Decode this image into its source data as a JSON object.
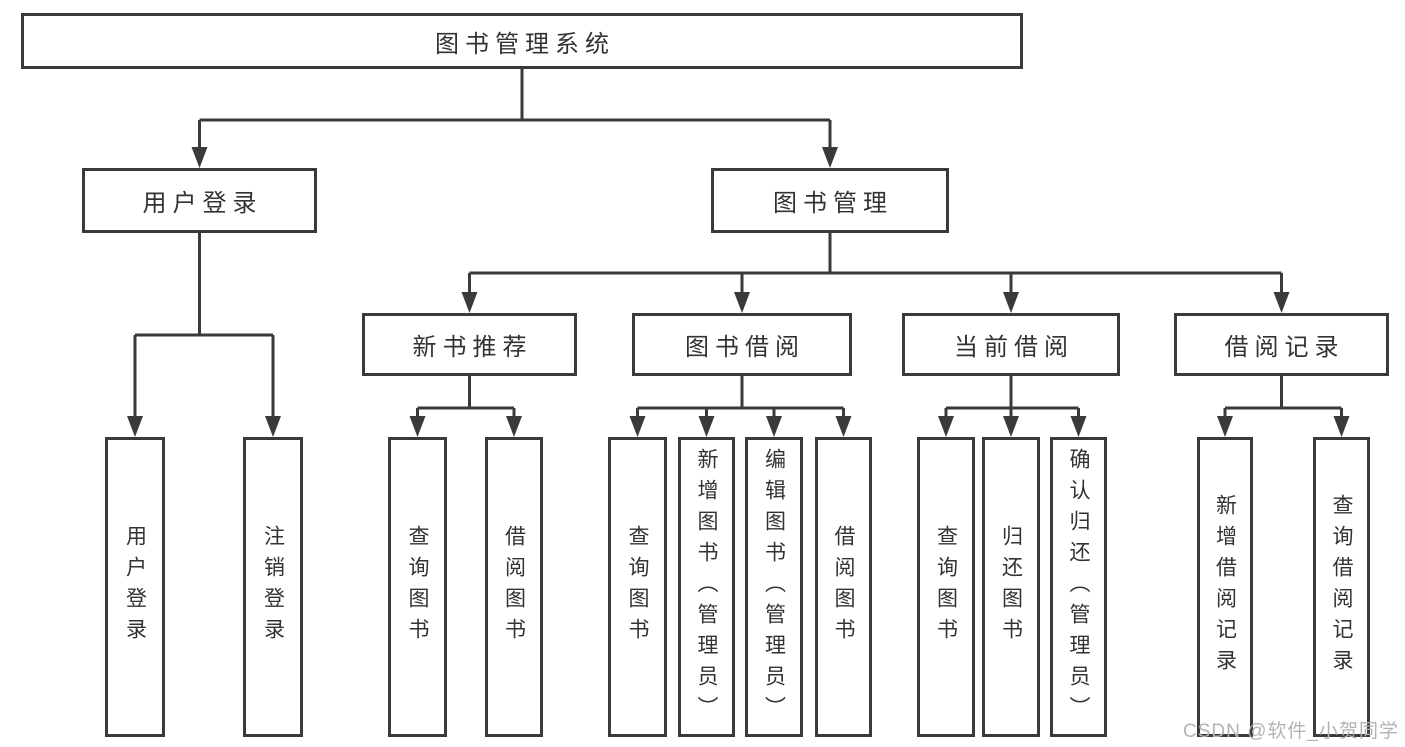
{
  "diagram": {
    "title": "图书管理系统",
    "watermark": "CSDN @软件_小贺同学",
    "colors": {
      "line": "#3a3a3a",
      "text": "#333333",
      "box_background": "#ffffff",
      "watermark_text": "#b3b3b3"
    },
    "tree": {
      "label": "图书管理系统",
      "children": [
        {
          "label": "用户登录",
          "children": [
            {
              "label": "用户登录"
            },
            {
              "label": "注销登录"
            }
          ]
        },
        {
          "label": "图书管理",
          "children": [
            {
              "label": "新书推荐",
              "children": [
                {
                  "label": "查询图书"
                },
                {
                  "label": "借阅图书"
                }
              ]
            },
            {
              "label": "图书借阅",
              "children": [
                {
                  "label": "查询图书"
                },
                {
                  "label": "新增图书（管理员）"
                },
                {
                  "label": "编辑图书（管理员）"
                },
                {
                  "label": "借阅图书"
                }
              ]
            },
            {
              "label": "当前借阅",
              "children": [
                {
                  "label": "查询图书"
                },
                {
                  "label": "归还图书"
                },
                {
                  "label": "确认归还（管理员）"
                }
              ]
            },
            {
              "label": "借阅记录",
              "children": [
                {
                  "label": "新增借阅记录"
                },
                {
                  "label": "查询借阅记录"
                }
              ]
            }
          ]
        }
      ]
    }
  }
}
